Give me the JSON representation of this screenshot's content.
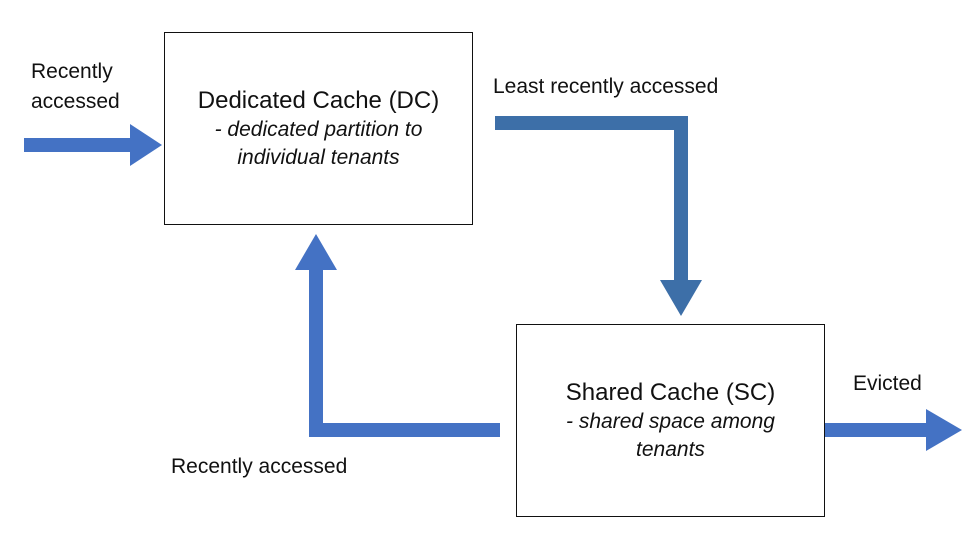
{
  "diagram": {
    "arrow_color": "#4472C4",
    "arrow_color_down": "#3D6FA8",
    "nodes": {
      "dedicated_cache": {
        "title": "Dedicated Cache (DC)",
        "subtitle_line1": "- dedicated partition to",
        "subtitle_line2": "individual tenants"
      },
      "shared_cache": {
        "title": "Shared Cache (SC)",
        "subtitle_line1": "- shared space among",
        "subtitle_line2": "tenants"
      }
    },
    "edges": {
      "incoming": {
        "label_line1": "Recently",
        "label_line2": "accessed"
      },
      "dc_to_sc": {
        "label": "Least recently accessed"
      },
      "sc_to_dc": {
        "label": "Recently accessed"
      },
      "evicted": {
        "label": "Evicted"
      }
    }
  }
}
